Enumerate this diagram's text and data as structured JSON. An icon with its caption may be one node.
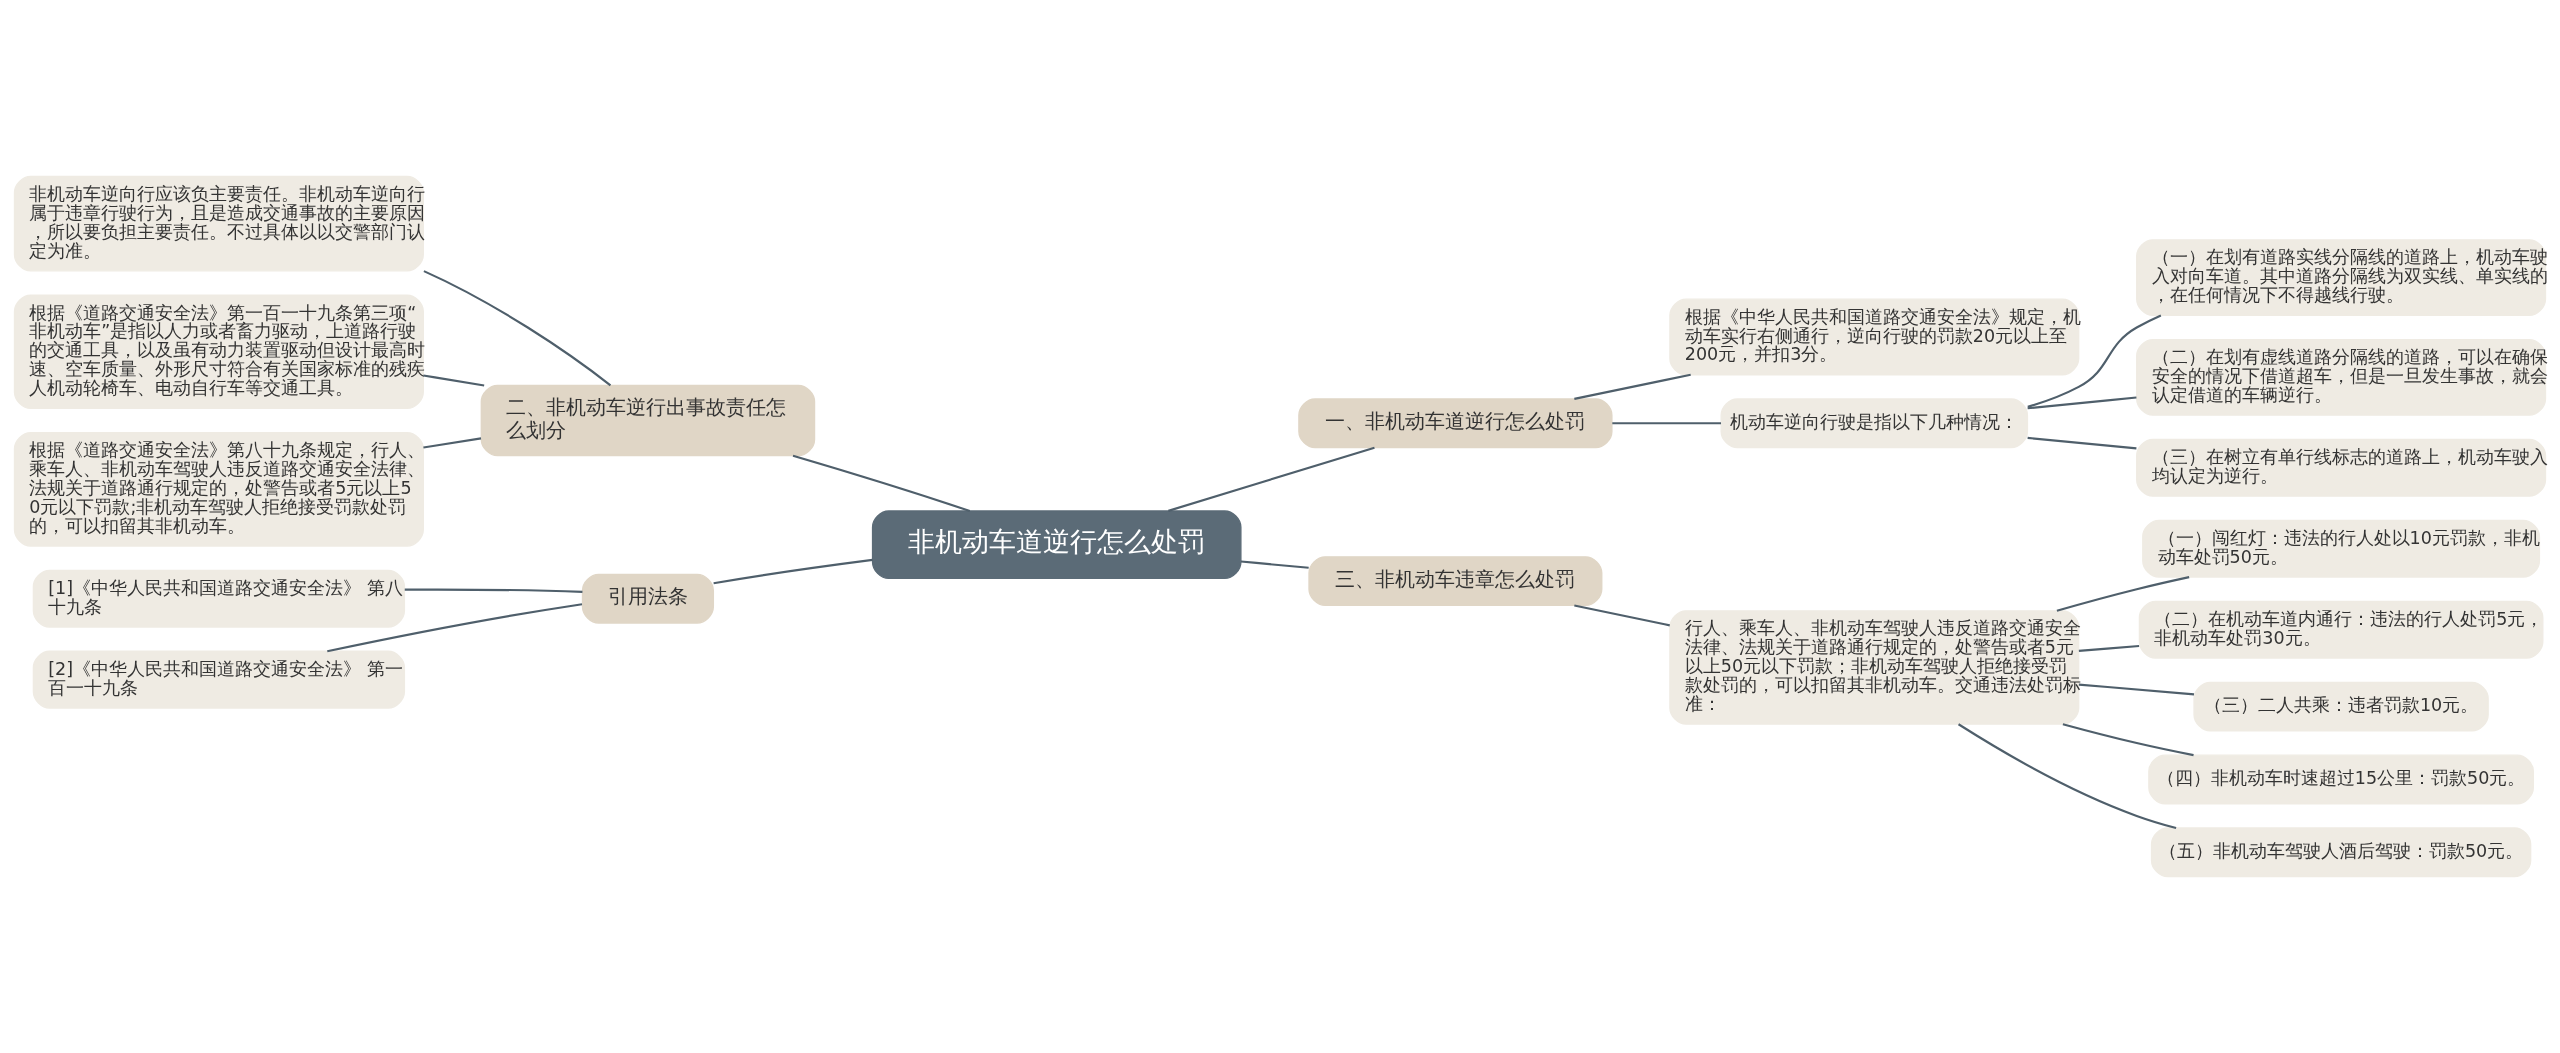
{
  "diagram": {
    "nodes": [
      {
        "text": [
          "非机动车道逆行怎么处罚"
        ]
      },
      {
        "text": [
          "一、非机动车道逆行怎么处罚"
        ]
      },
      {
        "text": [
          "根据《中华人民共和国道路交通安全法》规定，机动车实行右侧通行，逆向行驶的罚款20元以上至200元，并扣3分。"
        ]
      },
      {
        "text": [
          "机动车逆向行驶是指以下几种情况："
        ]
      },
      {
        "text": [
          "（一）在划有道路实线分隔线的道路上，机动车驶入对向车道。其中道路分隔线为双实线、单实线的，在任何情况下不得越线行驶。"
        ]
      },
      {
        "text": [
          "（二）在划有虚线道路分隔线的道路，可以在确保安全的情况下借道超车，但是一旦发生事故，就会认定借道的车辆逆行。"
        ]
      },
      {
        "text": [
          "（三）在树立有单行线标志的道路上，机动车驶入均认定为逆行。"
        ]
      },
      {
        "text": [
          "三、非机动车违章怎么处罚"
        ]
      },
      {
        "text": [
          "行人、乘车人、非机动车驾驶人违反道路交通安全法律、法规关于道路通行规定的，处警告或者5元以上50元以下罚款；非机动车驾驶人拒绝接受罚款处罚的，可以扣留其非机动车。交通违法处罚标准："
        ]
      },
      {
        "text": [
          "（一）闯红灯：违法的行人处以10元罚款，非机动车处罚50元。"
        ]
      },
      {
        "text": [
          "（二）在机动车道内通行：违法的行人处罚5元，非机动车处罚30元。"
        ]
      },
      {
        "text": [
          "（三）二人共乘：违者罚款10元。"
        ]
      },
      {
        "text": [
          "（四）非机动车时速超过15公里：罚款50元。"
        ]
      },
      {
        "text": [
          "（五）非机动车驾驶人酒后驾驶：罚款50元。"
        ]
      },
      {
        "text": [
          "二、非机动车逆行出事故责任怎么划分"
        ]
      },
      {
        "text": [
          "非机动车逆向行应该负主要责任。非机动车逆向行属于违章行驶行为，且是造成交通事故的主要原因，所以要负担主要责任。不过具体以以交警部门认定为准。"
        ]
      },
      {
        "text": [
          "根据《道路交通安全法》第一百一十九条第三项“非机动车”是指以人力或者畜力驱动，上道路行驶的交通工具，以及虽有动力装置驱动但设计最高时速、空车质量、外形尺寸符合有关国家标准的残疾人机动轮椅车、电动自行车等交通工具。"
        ]
      },
      {
        "text": [
          "根据《道路交通安全法》第八十九条规定，行人、乘车人、非机动车驾驶人违反道路交通安全法律、法规关于道路通行规定的，处警告或者5元以上50元以下罚款;非机动车驾驶人拒绝接受罚款处罚的，可以扣留其非机动车。"
        ]
      },
      {
        "text": [
          "引用法条"
        ]
      },
      {
        "text": [
          "[1]《中华人民共和国道路交通安全法》 第八十九条"
        ]
      },
      {
        "text": [
          "[2]《中华人民共和国道路交通安全法》 第一百一十九条"
        ]
      }
    ],
    "edges": [
      {
        "from": 0,
        "to": 1,
        "arrow": "none"
      },
      {
        "from": 1,
        "to": 2,
        "arrow": "none"
      },
      {
        "from": 1,
        "to": 3,
        "arrow": "none"
      },
      {
        "from": 3,
        "to": 4,
        "arrow": "none"
      },
      {
        "from": 3,
        "to": 5,
        "arrow": "none"
      },
      {
        "from": 3,
        "to": 6,
        "arrow": "none"
      },
      {
        "from": 0,
        "to": 7,
        "arrow": "none"
      },
      {
        "from": 7,
        "to": 8,
        "arrow": "none"
      },
      {
        "from": 8,
        "to": 9,
        "arrow": "none"
      },
      {
        "from": 8,
        "to": 10,
        "arrow": "none"
      },
      {
        "from": 8,
        "to": 11,
        "arrow": "none"
      },
      {
        "from": 8,
        "to": 12,
        "arrow": "none"
      },
      {
        "from": 8,
        "to": 13,
        "arrow": "none"
      },
      {
        "from": 0,
        "to": 14,
        "arrow": "none"
      },
      {
        "from": 14,
        "to": 15,
        "arrow": "none"
      },
      {
        "from": 14,
        "to": 16,
        "arrow": "none"
      },
      {
        "from": 14,
        "to": 17,
        "arrow": "none"
      },
      {
        "from": 0,
        "to": 18,
        "arrow": "none"
      },
      {
        "from": 18,
        "to": 19,
        "arrow": "none"
      },
      {
        "from": 18,
        "to": 20,
        "arrow": "none"
      }
    ]
  }
}
